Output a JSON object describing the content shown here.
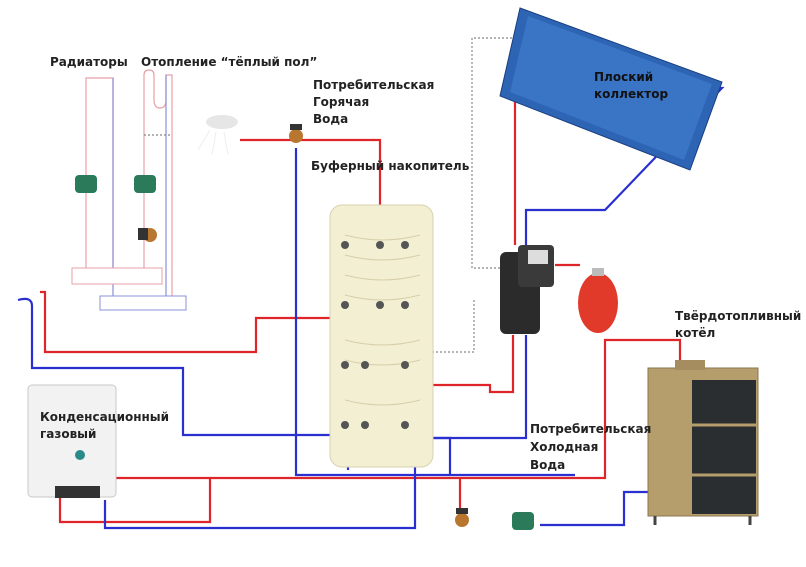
{
  "labels": {
    "radiators": "Радиаторы",
    "floor_heating": "Отопление “тёплый пол”",
    "hot_water": [
      "Потребительская",
      "Горячая",
      "Вода"
    ],
    "buffer_tank": "Буферный накопитель",
    "solar_collector": [
      "Плоский",
      "коллектор"
    ],
    "solid_fuel_boiler": [
      "Твёрдотопливный",
      "котёл"
    ],
    "gas_boiler": [
      "Конденсационный",
      "газовый"
    ],
    "cold_water": [
      "Потребительская",
      "Холодная",
      "Вода"
    ]
  },
  "colors": {
    "hot": "#e0252a",
    "cold": "#2a2fd0",
    "tank": "#f3efd2",
    "boiler": "#b59d6c",
    "collector": "#2d64b4"
  }
}
